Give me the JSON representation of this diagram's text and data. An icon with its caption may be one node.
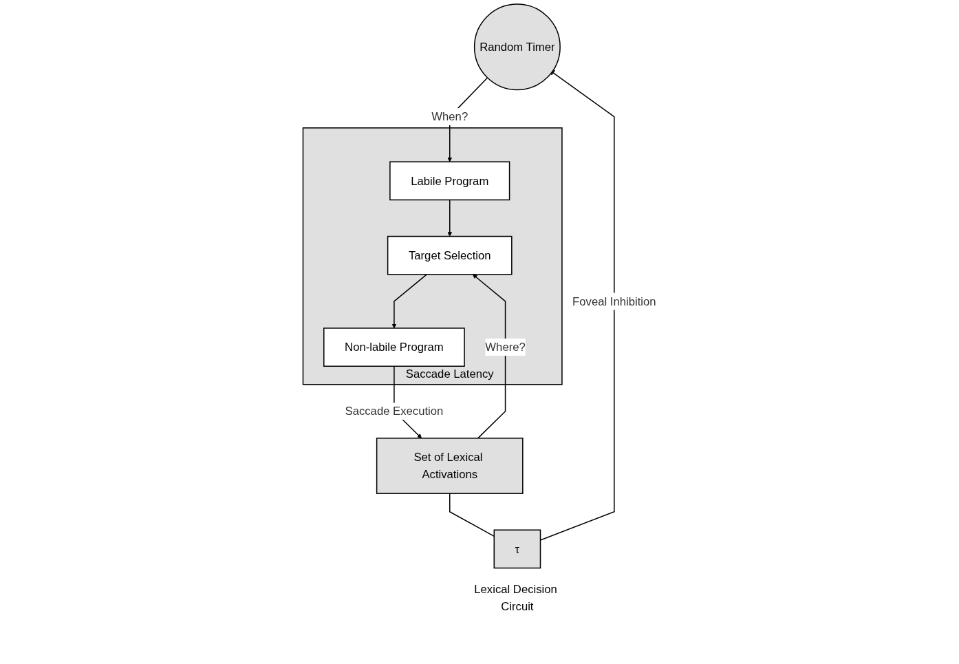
{
  "diagram": {
    "nodes": [
      {
        "text": [
          "Random Timer"
        ]
      },
      {
        "text": [
          "τ"
        ],
        "beside": [
          "Lexical Decision Circuit"
        ]
      },
      {
        "text": [
          "Set of Lexical Activations"
        ]
      },
      {
        "text": [
          "Saccade Latency"
        ]
      },
      {
        "text": [
          "Labile Program"
        ],
        "in": 3
      },
      {
        "text": [
          "Target Selection"
        ],
        "in": 3
      },
      {
        "text": [
          "Non-labile Program"
        ],
        "in": 3
      }
    ],
    "edges": [
      {
        "from": 1,
        "to": 0,
        "arrow": "other",
        "label": "Foveal Inhibition"
      },
      {
        "from": 2,
        "to": 1,
        "arrow": "none"
      },
      {
        "from": 0,
        "to": 4,
        "arrow": "to",
        "label": "When?"
      },
      {
        "from": 2,
        "to": 5,
        "arrow": "to",
        "label": "Where?"
      },
      {
        "from": 4,
        "to": 5,
        "arrow": "to"
      },
      {
        "from": 5,
        "to": 6,
        "arrow": "to"
      },
      {
        "from": 6,
        "to": 2,
        "arrow": "to",
        "label": "Saccade Execution"
      }
    ]
  }
}
